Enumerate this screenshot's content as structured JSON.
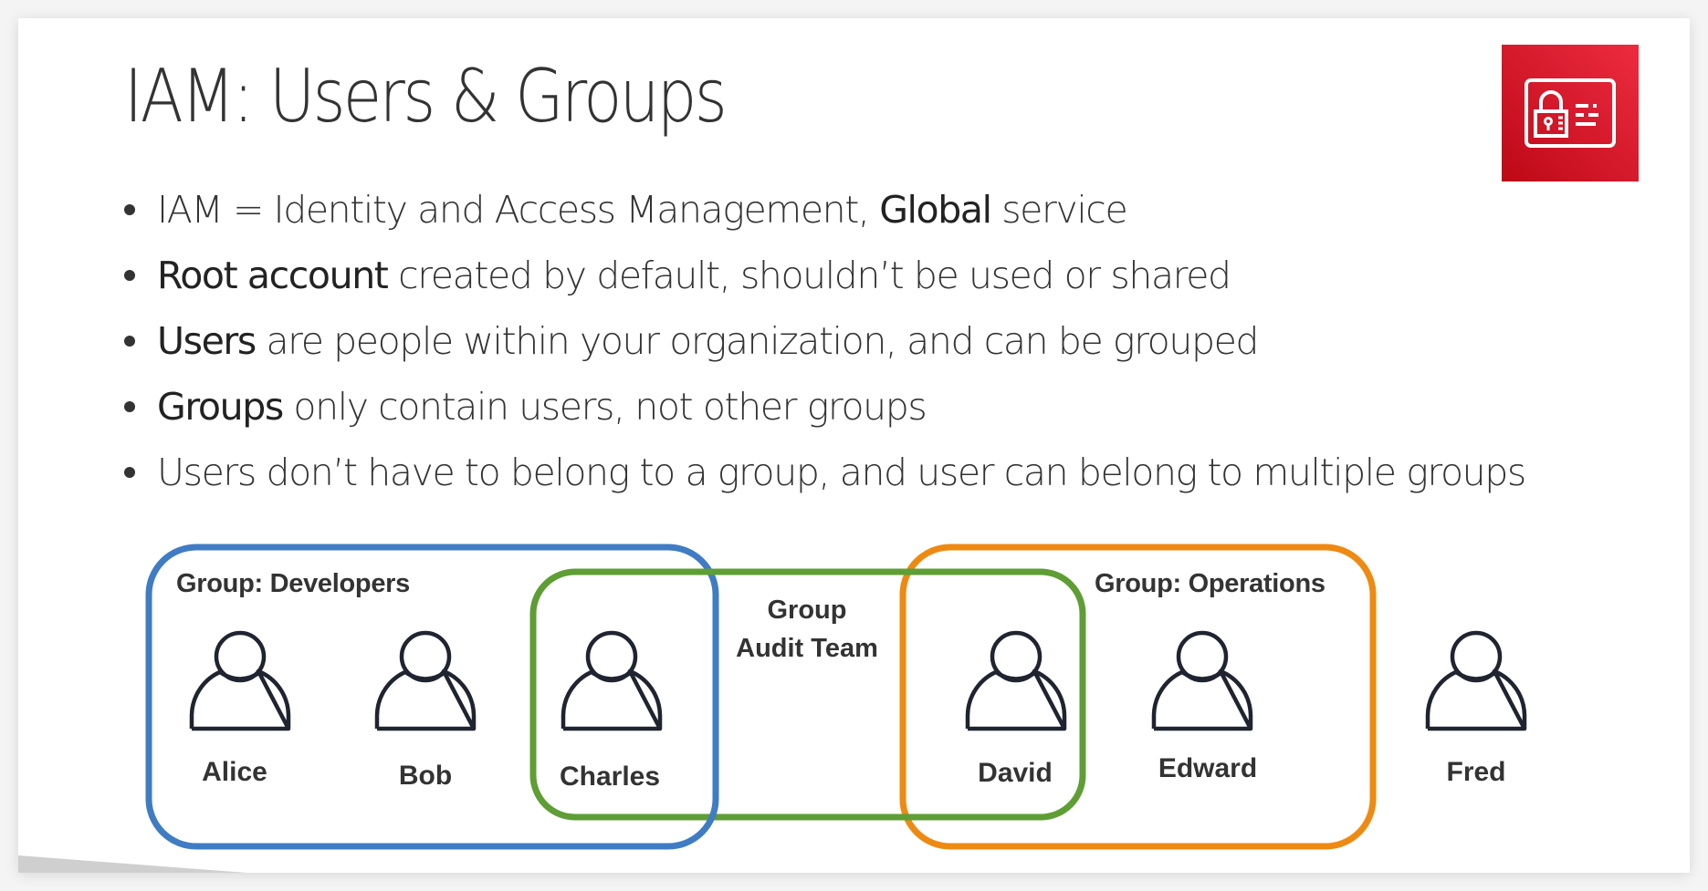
{
  "slide": {
    "title": "IAM: Users & Groups",
    "logo_icon": "iam-identity-card-lock-icon",
    "bullets": [
      {
        "bold": "",
        "text_pre": "IAM  = Identity and Access Management, ",
        "bold_mid": "Global",
        "text_post": " service"
      },
      {
        "bold": "Root account",
        "text_pre": " created by default, shouldn’t be used or shared",
        "bold_mid": "",
        "text_post": ""
      },
      {
        "bold": "Users",
        "text_pre": " are people within your organization, and can be grouped",
        "bold_mid": "",
        "text_post": ""
      },
      {
        "bold": "Groups",
        "text_pre": " only contain users, not other groups",
        "bold_mid": "",
        "text_post": ""
      },
      {
        "bold": "",
        "text_pre": "Users don’t have to belong to a group, and user can belong to multiple groups",
        "bold_mid": "",
        "text_post": ""
      }
    ]
  },
  "diagram": {
    "groups": [
      {
        "name": "Group: Developers",
        "color": "#3F7CC4",
        "members": [
          "Alice",
          "Bob",
          "Charles"
        ]
      },
      {
        "name_line1": "Group",
        "name_line2": "Audit Team",
        "color": "#5E9E34",
        "members": [
          "Charles",
          "David"
        ]
      },
      {
        "name": "Group: Operations",
        "color": "#EE8A12",
        "members": [
          "David",
          "Edward"
        ]
      }
    ],
    "users": [
      {
        "name": "Alice",
        "icon": "user-icon"
      },
      {
        "name": "Bob",
        "icon": "user-icon"
      },
      {
        "name": "Charles",
        "icon": "user-icon"
      },
      {
        "name": "David",
        "icon": "user-icon"
      },
      {
        "name": "Edward",
        "icon": "user-icon"
      },
      {
        "name": "Fred",
        "icon": "user-icon"
      }
    ]
  },
  "colors": {
    "text": "#333333",
    "logo_red": "#D51A2C",
    "developers_blue": "#3F7CC4",
    "audit_green": "#5E9E34",
    "operations_orange": "#EE8A12",
    "user_icon_stroke": "#1F2430"
  }
}
